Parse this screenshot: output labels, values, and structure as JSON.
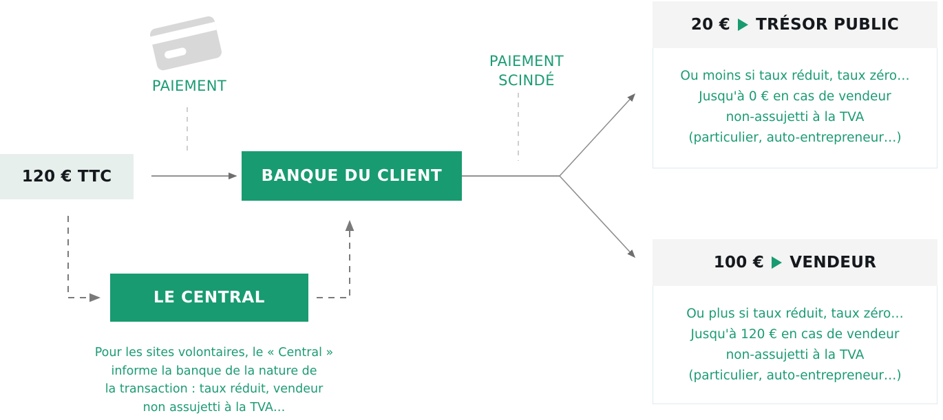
{
  "diagram": {
    "title_flow": "paiement scinde TVA",
    "colors": {
      "green": "#189b70",
      "teal_text": "#1c9b74",
      "amount_box_bg": "#e7efed",
      "panel_header_bg": "#f3f4f3",
      "panel_border": "#deeaf0",
      "arrow_gray": "#6e6e6e",
      "card_icon_gray": "#d8d8d8",
      "dark_text": "#15181c"
    },
    "amount_source": {
      "label": "120 € TTC"
    },
    "icons": {
      "credit_card": "credit-card-icon",
      "triangle_marker": "play-triangle-icon"
    },
    "labels": {
      "paiement": "PAIEMENT",
      "paiement_scinde_line1": "PAIEMENT",
      "paiement_scinde_line2": "SCINDÉ"
    },
    "nodes": {
      "bank": "BANQUE DU CLIENT",
      "central": "LE CENTRAL"
    },
    "central_note": {
      "line1": "Pour les sites volontaires, le « Central »",
      "line2": "informe la banque  de la nature de",
      "line3": "la transaction : taux réduit, vendeur",
      "line4": "non assujetti à la TVA…"
    },
    "results": [
      {
        "id": "tresor-public",
        "amount": "20 €",
        "title": "TRÉSOR PUBLIC",
        "body": {
          "line1": "Ou moins si taux réduit, taux zéro…",
          "line2": "Jusqu'à 0 € en cas de vendeur",
          "line3": "non-assujetti à la TVA",
          "line4": "(particulier, auto-entrepreneur…)"
        }
      },
      {
        "id": "vendeur",
        "amount": "100 €",
        "title": "VENDEUR",
        "body": {
          "line1": "Ou plus si taux réduit, taux zéro…",
          "line2": "Jusqu'à 120 € en cas de vendeur",
          "line3": "non-assujetti à la TVA",
          "line4": "(particulier, auto-entrepreneur…)"
        }
      }
    ]
  }
}
